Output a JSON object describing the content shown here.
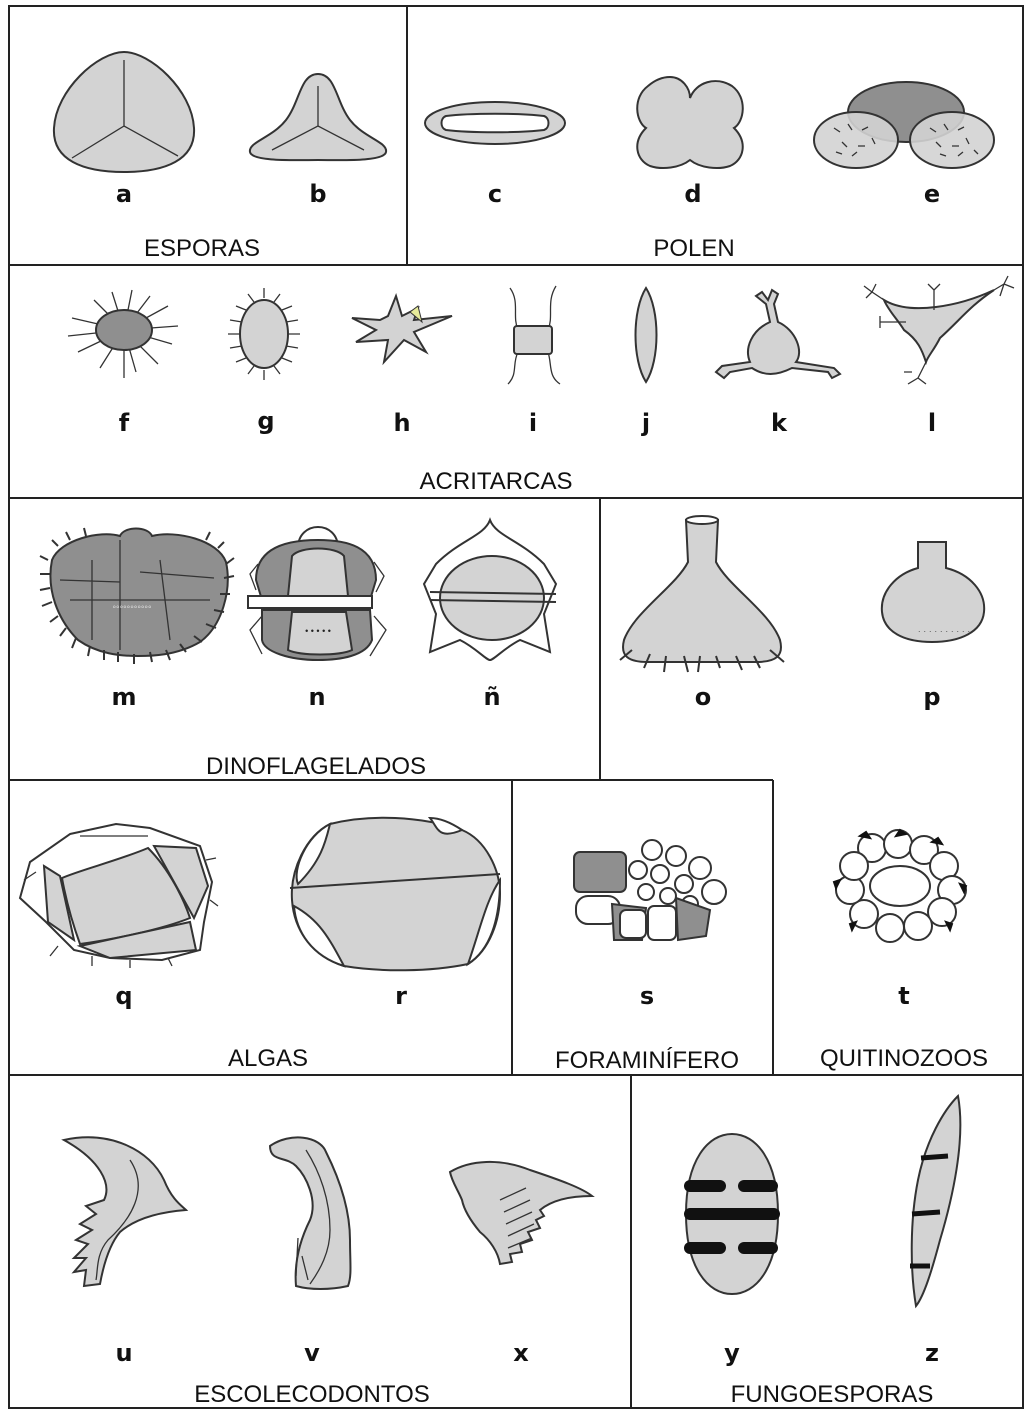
{
  "groups": {
    "esporas": "ESPORAS",
    "polen": "POLEN",
    "acritarcas": "ACRITARCAS",
    "dinoflagelados": "DINOFLAGELADOS",
    "algas": "ALGAS",
    "foraminifero": "FORAMINÍFERO",
    "quitinozoos": "QUITINOZOOS",
    "escolecodontos": "ESCOLECODONTOS",
    "fungoesporas": "FUNGOESPORAS"
  },
  "letters": {
    "a": "a",
    "b": "b",
    "c": "c",
    "d": "d",
    "e": "e",
    "f": "f",
    "g": "g",
    "h": "h",
    "i": "i",
    "j": "j",
    "k": "k",
    "l": "l",
    "m": "m",
    "n": "n",
    "n_tilde": "ñ",
    "o": "o",
    "p": "p",
    "q": "q",
    "r": "r",
    "s": "s",
    "t": "t",
    "u": "u",
    "v": "v",
    "x": "x",
    "y": "y",
    "z": "z"
  },
  "colors": {
    "light_fill": "#d3d3d3",
    "dark_fill": "#8f8f8f",
    "line": "#333333",
    "accent_yellow": "#e6ea9a"
  }
}
